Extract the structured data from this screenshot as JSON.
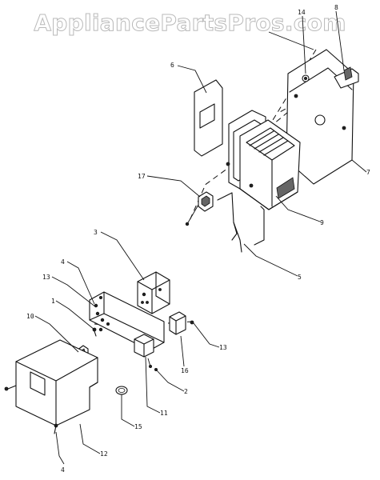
{
  "watermark": "AppliancePartsPros.com",
  "callouts": [
    "14",
    "8",
    "6",
    "7",
    "17",
    "9",
    "3",
    "5",
    "4",
    "13",
    "1",
    "10",
    "13",
    "16",
    "2",
    "11",
    "15",
    "12",
    "4"
  ]
}
